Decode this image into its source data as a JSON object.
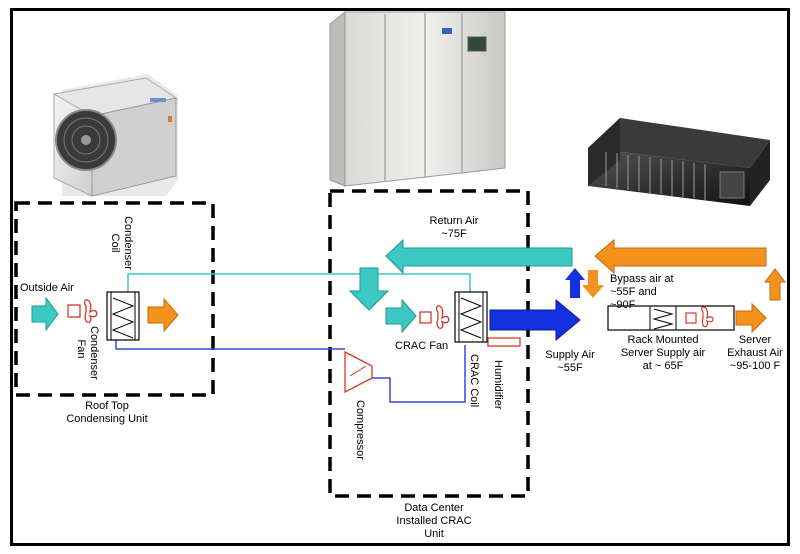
{
  "labels": {
    "outside_air": "Outside Air",
    "condenser_coil": "Condenser Coil",
    "condenser_fan": "Condenser Fan",
    "roof_top_unit": "Roof Top Condensing Unit",
    "return_air": "Return Air ~75F",
    "crac_fan": "CRAC Fan",
    "crac_coil": "CRAC Coil",
    "humidifier": "Humidifier",
    "compressor": "Compressor",
    "data_center_unit": "Data Center Installed CRAC Unit",
    "supply_air": "Supply Air ~55F",
    "bypass_air": "Bypass air at ~55F and ~90F",
    "rack_supply": "Rack Mounted Server Supply air at ~ 65F",
    "server_exhaust": "Server Exhaust Air ~95-100 F"
  },
  "colors": {
    "cool_air": "#3cc9c4",
    "hot_air": "#f5921e",
    "supply_air": "#1530e0",
    "refrigerant_line": "#3a4ad0",
    "component_red": "#d8352a",
    "border": "#000000"
  },
  "icons": [
    "condenser-fan-icon",
    "crac-fan-icon",
    "server-fan-icon",
    "coil-icon",
    "compressor-icon",
    "humidifier-icon"
  ],
  "photos": [
    "roof-top-condenser-photo",
    "crac-cabinet-photo",
    "blade-server-photo"
  ]
}
